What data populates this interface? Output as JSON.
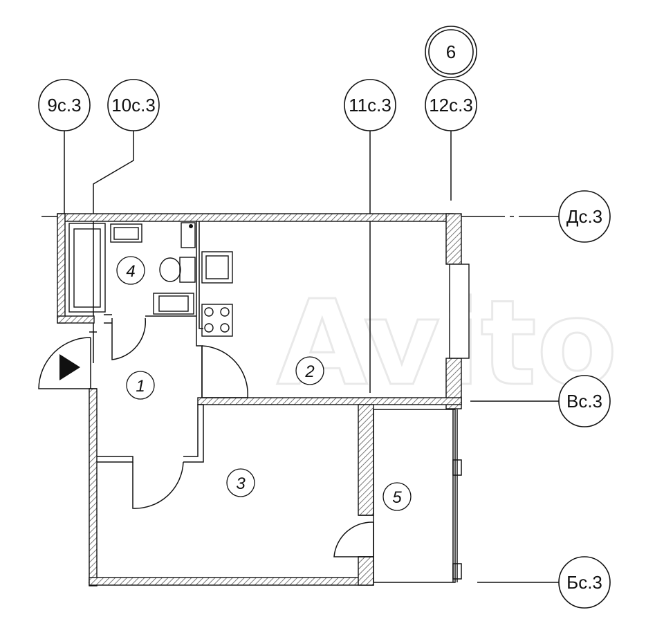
{
  "top_marker": "6",
  "grid_axes": {
    "vertical": [
      "9с.3",
      "10с.3",
      "11с.3",
      "12с.3"
    ],
    "horizontal": [
      "Дс.3",
      "Вс.3",
      "Бс.3"
    ]
  },
  "rooms": [
    "4",
    "1",
    "2",
    "3",
    "5"
  ],
  "watermark": "Avito",
  "colors": {
    "line": "#111111",
    "hatch": "#555555",
    "watermark": "#e9e9e9"
  }
}
